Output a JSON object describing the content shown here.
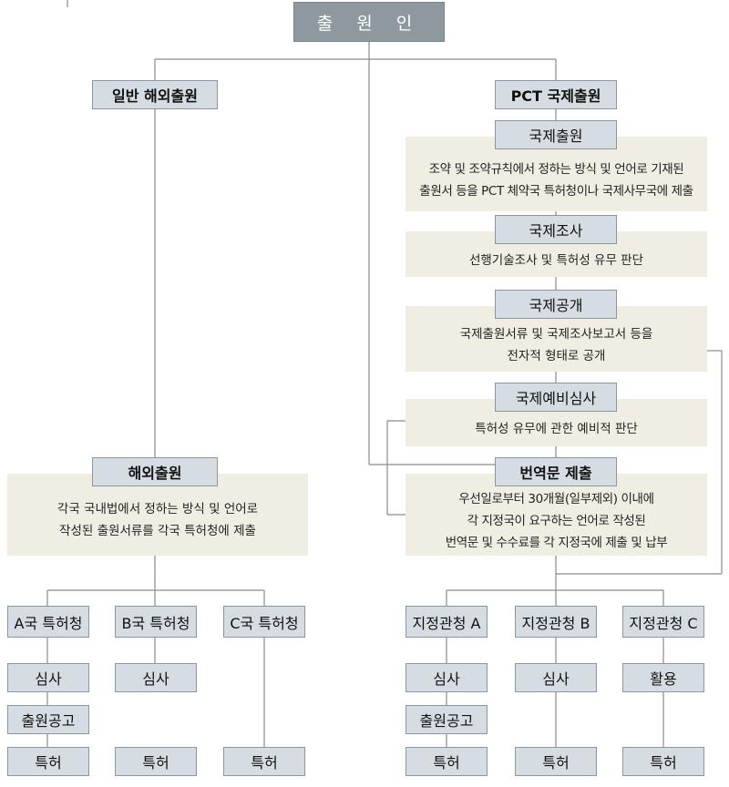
{
  "top": "출 원 인",
  "left": {
    "general": "일반 해외출원",
    "overseas": {
      "title": "해외출원",
      "lines": [
        "각국 국내법에서 정하는 방식 및 언어로",
        "작성된 출원서류를 각국 특허청에 제출"
      ]
    },
    "offices": [
      {
        "name": "A국 특허청",
        "steps": [
          "심사",
          "출원공고",
          "특허"
        ]
      },
      {
        "name": "B국 특허청",
        "steps": [
          "심사",
          "특허"
        ]
      },
      {
        "name": "C국 특허청",
        "steps": [
          "특허"
        ]
      }
    ]
  },
  "right": {
    "pct": "PCT 국제출원",
    "stages": [
      {
        "title": "국제출원",
        "lines": [
          "조약 및 조약규칙에서 정하는 방식 및 언어로 기재된",
          "출원서 등을 PCT 체약국 특허청이나 국제사무국에 제출"
        ]
      },
      {
        "title": "국제조사",
        "lines": [
          "선행기술조사 및 특허성 유무 판단"
        ]
      },
      {
        "title": "국제공개",
        "lines": [
          "국제출원서류 및 국제조사보고서 등을",
          "전자적 형태로 공개"
        ]
      },
      {
        "title": "국제예비심사",
        "lines": [
          "특허성 유무에 관한 예비적 판단"
        ]
      },
      {
        "title": "번역문 제출",
        "lines": [
          "우선일로부터 30개월(일부제외) 이내에",
          "각 지정국이 요구하는 언어로 작성된",
          "번역문 및 수수료를 각 지정국에 제출 및 납부"
        ]
      }
    ],
    "offices": [
      {
        "name": "지정관청 A",
        "steps": [
          "심사",
          "출원공고",
          "특허"
        ]
      },
      {
        "name": "지정관청 B",
        "steps": [
          "심사",
          "특허"
        ]
      },
      {
        "name": "지정관청 C",
        "steps": [
          "활용",
          "특허"
        ]
      }
    ]
  }
}
